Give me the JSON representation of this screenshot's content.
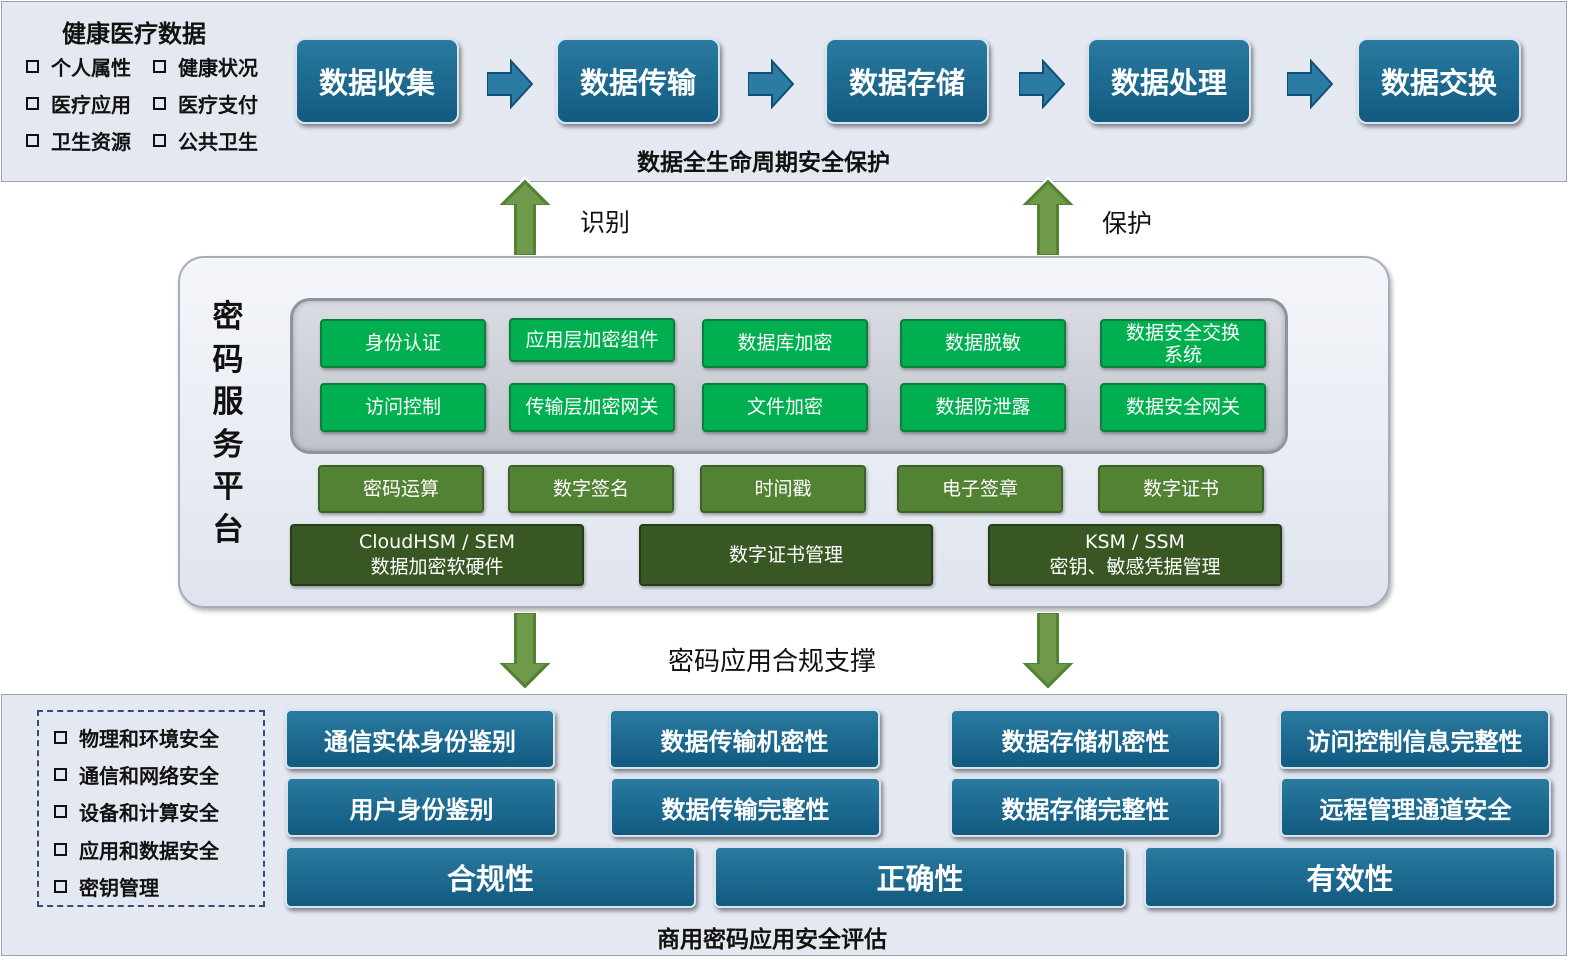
{
  "top": {
    "legend_title": "健康医疗数据",
    "legend_items": [
      "个人属性",
      "健康状况",
      "医疗应用",
      "医疗支付",
      "卫生资源",
      "公共卫生"
    ],
    "stages": [
      "数据收集",
      "数据传输",
      "数据存储",
      "数据处理",
      "数据交换"
    ],
    "caption": "数据全生命周期安全保护"
  },
  "links_up": {
    "left": "识别",
    "right": "保护"
  },
  "platform": {
    "title": "密码服务平台",
    "row1": [
      "身份认证",
      "应用层加密组件",
      "数据库加密",
      "数据脱敏",
      "数据安全交换\n系统"
    ],
    "row2": [
      "访问控制",
      "传输层加密网关",
      "文件加密",
      "数据防泄露",
      "数据安全网关"
    ],
    "row3": [
      "密码运算",
      "数字签名",
      "时间戳",
      "电子签章",
      "数字证书"
    ],
    "row4": [
      "CloudHSM / SEM\n数据加密软硬件",
      "数字证书管理",
      "KSM / SSM\n密钥、敏感凭据管理"
    ]
  },
  "links_down": {
    "label": "密码应用合规支撑"
  },
  "bottom": {
    "legend_items": [
      "物理和环境安全",
      "通信和网络安全",
      "设备和计算安全",
      "应用和数据安全",
      "密钥管理"
    ],
    "row1": [
      "通信实体身份鉴别",
      "数据传输机密性",
      "数据存储机密性",
      "访问控制信息完整性"
    ],
    "row2": [
      "用户身份鉴别",
      "数据传输完整性",
      "数据存储完整性",
      "远程管理通道安全"
    ],
    "criteria": [
      "合规性",
      "正确性",
      "有效性"
    ],
    "caption": "商用密码应用安全评估"
  },
  "colors": {
    "panel_bg": "#e4e8f1",
    "blue_button": "#1b6a90",
    "green_bright": "#00b050",
    "green_mid": "#548235",
    "green_dark": "#385723",
    "arrow_green": "#548235"
  }
}
